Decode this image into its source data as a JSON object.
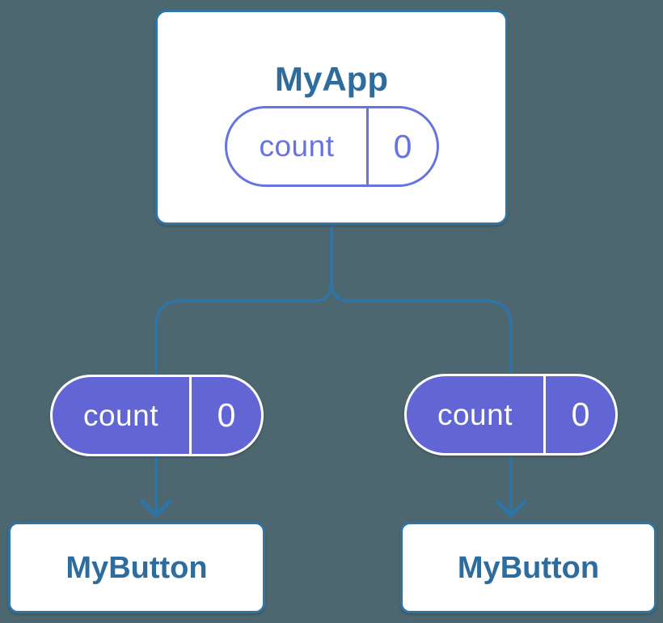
{
  "diagram": {
    "root": {
      "title": "MyApp",
      "state": {
        "label": "count",
        "value": "0"
      }
    },
    "children": [
      {
        "title": "MyButton",
        "state": {
          "label": "count",
          "value": "0"
        }
      },
      {
        "title": "MyButton",
        "state": {
          "label": "count",
          "value": "0"
        }
      }
    ]
  },
  "colors": {
    "background": "#4d6770",
    "connector": "#2e74a6",
    "card_border": "#2e74a6",
    "card_bg": "#ffffff",
    "title_text": "#2d6c9d",
    "pill_outline": "#6673e0",
    "pill_fill": "#6166d4",
    "pill_text_on_fill": "#ffffff"
  }
}
